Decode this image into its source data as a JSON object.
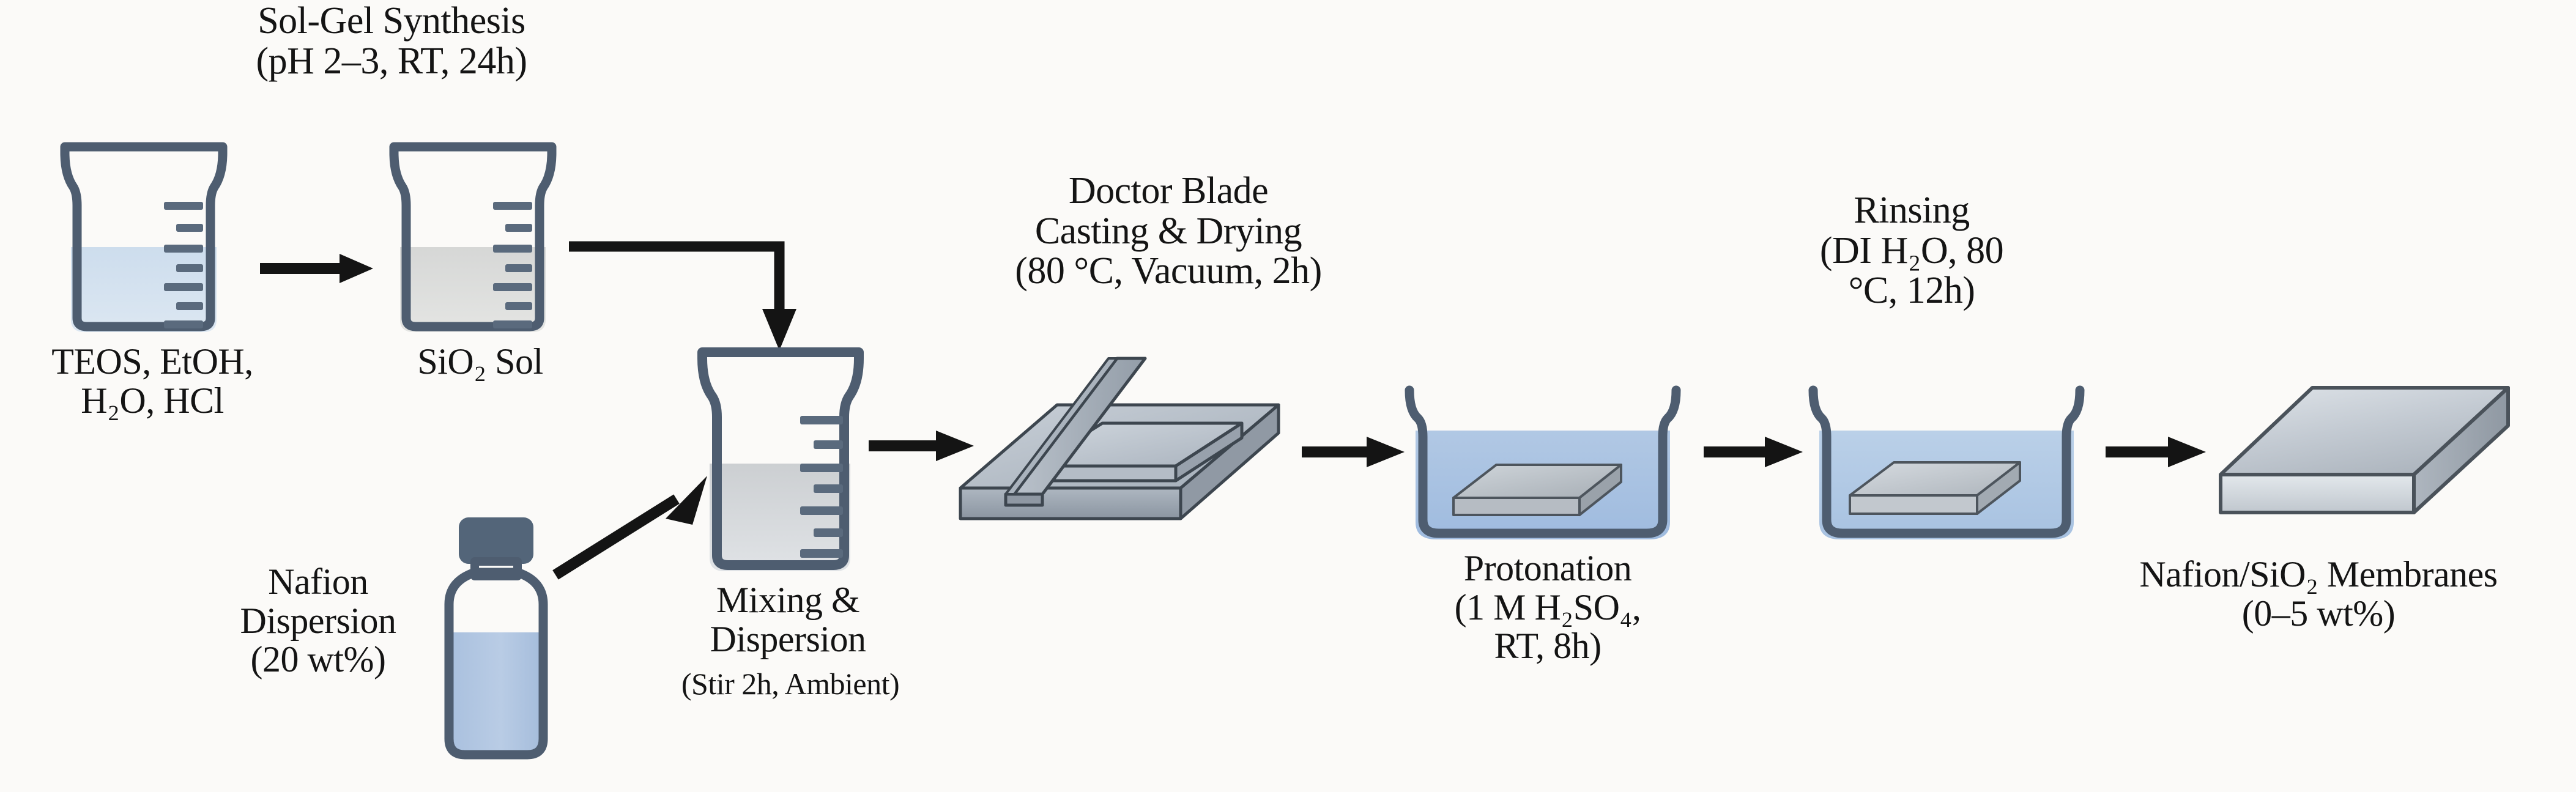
{
  "diagram": {
    "title": "Nafion/SiO2 membrane fabrication flow",
    "colors": {
      "background": "#fbfaf8",
      "glass_outline": "#4e5d70",
      "liquid_blue": "#c2d4ea",
      "liquid_blue_dark": "#9cb8dd",
      "liquid_gray": "#cfd1d2",
      "liquid_light": "#e3e7ee",
      "metal_light": "#c7ced6",
      "metal_mid": "#9aa5b1",
      "metal_dark": "#6e7a87",
      "arrow": "#141414",
      "cap": "#536579",
      "text": "#141414"
    }
  },
  "headings": {
    "sol_gel": "Sol-Gel Synthesis\n(pH 2–3, RT, 24h)",
    "doctor_blade": "Doctor Blade\nCasting & Drying\n(80 °C, Vacuum, 2h)",
    "rinsing": "Rinsing\n(DI H₂O, 80\n°C, 12h)"
  },
  "labels": {
    "precursors": "TEOS, EtOH,\nH₂O, HCl",
    "sio2_sol": "SiO₂ Sol",
    "nafion": "Nafion\nDispersion\n(20 wt%)",
    "mixing_title": "Mixing &\nDispersion",
    "mixing_sub": "(Stir 2h, Ambient)",
    "protonation": "Protonation\n(1 M H₂SO₄,\nRT, 8h)",
    "product": "Nafion/SiO₂ Membranes\n(0–5 wt%)"
  },
  "steps": [
    {
      "id": "precursor-beaker",
      "icon": "beaker-icon",
      "fill": "blue",
      "label": "TEOS, EtOH, H2O, HCl"
    },
    {
      "id": "sio2-sol-beaker",
      "icon": "beaker-icon",
      "fill": "gray",
      "label": "SiO2 Sol"
    },
    {
      "id": "nafion-bottle",
      "icon": "bottle-icon",
      "fill": "blue",
      "label": "Nafion Dispersion (20 wt%)"
    },
    {
      "id": "mixing-beaker",
      "icon": "beaker-icon",
      "fill": "gray",
      "label": "Mixing & Dispersion"
    },
    {
      "id": "doctor-blade",
      "icon": "doctor-blade-icon",
      "label": "Doctor Blade Casting & Drying"
    },
    {
      "id": "protonation-bath",
      "icon": "bath-icon",
      "fill": "blue",
      "label": "Protonation"
    },
    {
      "id": "rinsing-bath",
      "icon": "bath-icon",
      "fill": "blue",
      "label": "Rinsing"
    },
    {
      "id": "membrane",
      "icon": "membrane-slab-icon",
      "label": "Nafion/SiO2 Membranes"
    }
  ],
  "arrows": [
    {
      "id": "arrow-precursor-to-sol",
      "type": "straight-right"
    },
    {
      "id": "arrow-sol-to-mixing",
      "type": "elbow-right-down"
    },
    {
      "id": "arrow-nafion-to-mixing",
      "type": "diagonal-up-right"
    },
    {
      "id": "arrow-mixing-to-blade",
      "type": "straight-right"
    },
    {
      "id": "arrow-blade-to-protonation",
      "type": "straight-right"
    },
    {
      "id": "arrow-protonation-to-rinsing",
      "type": "straight-right"
    },
    {
      "id": "arrow-rinsing-to-membrane",
      "type": "straight-right"
    }
  ]
}
